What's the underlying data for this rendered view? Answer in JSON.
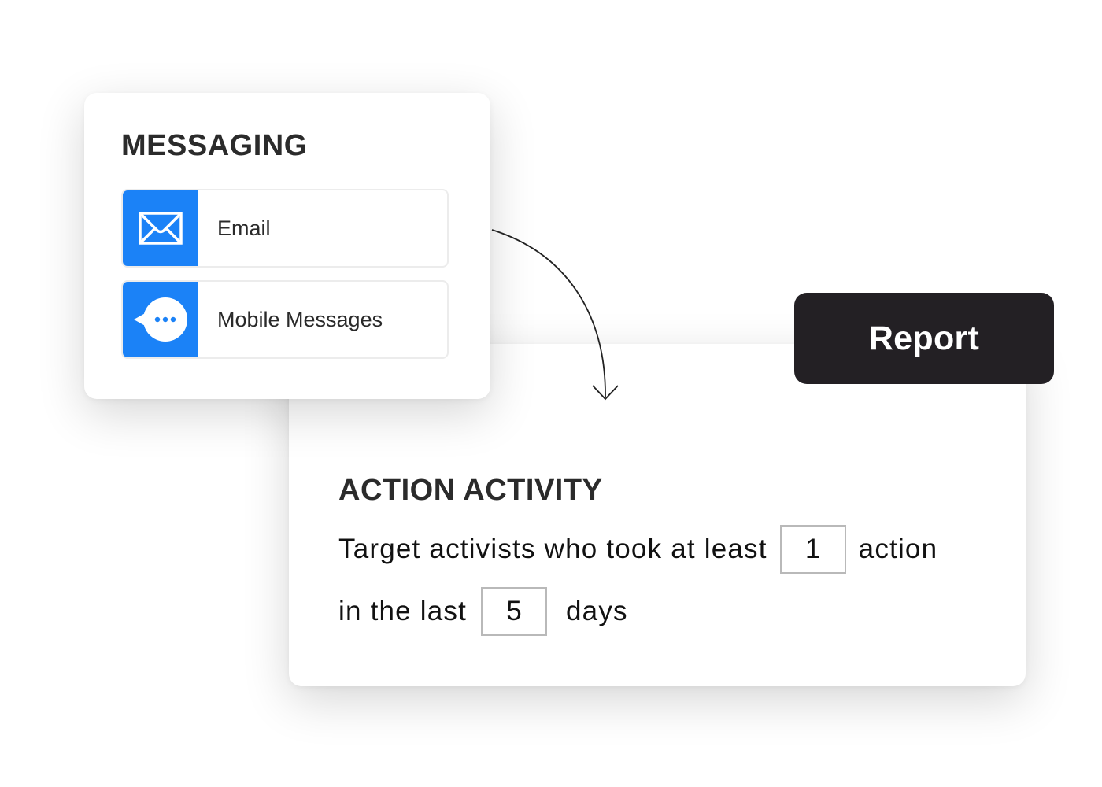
{
  "messaging": {
    "title": "MESSAGING",
    "channels": [
      {
        "label": "Email",
        "icon": "envelope-icon"
      },
      {
        "label": "Mobile Messages",
        "icon": "chat-bubble-icon"
      }
    ],
    "accent_color": "#1b82f7"
  },
  "report": {
    "label": "Report",
    "background_color": "#232024"
  },
  "action_activity": {
    "title": "ACTION ACTIVITY",
    "line1_prefix": "Target activists who took at least",
    "actions_count": "1",
    "line1_suffix": "action",
    "line2_prefix": "in the last",
    "days_count": "5",
    "line2_suffix": "days"
  }
}
